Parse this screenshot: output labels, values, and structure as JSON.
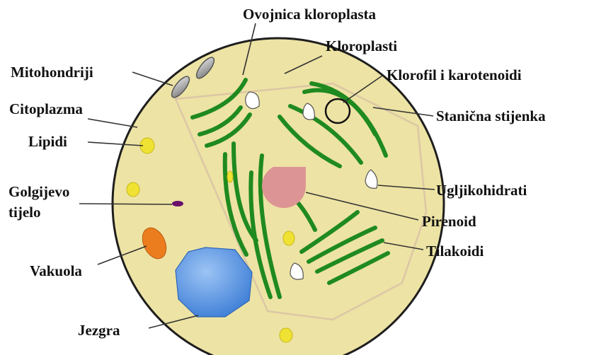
{
  "labels": {
    "ovojnica": "Ovojnica kloroplasta",
    "kloroplasti": "Kloroplasti",
    "mitohondriji": "Mitohondriji",
    "klorofil": "Klorofil i karotenoidi",
    "citoplazma": "Citoplazma",
    "stijenka": "Stanična stijenka",
    "lipidi": "Lipidi",
    "golgi_1": "Golgijevo",
    "golgi_2": "tijelo",
    "ugljikohidrati": "Ugljikohidrati",
    "pirenoid": "Pirenoid",
    "vakuola": "Vakuola",
    "tilakoidi": "Tilakoidi",
    "jezgra": "Jezgra"
  },
  "colors": {
    "cytoplasm": "#ede3a4",
    "cell_wall": "#1e1e1e",
    "chloroplast_outline": "#dcc7a6",
    "thylakoid": "#1f8a1f",
    "pyrenoid": "#dd9494",
    "nucleus": "#5b97e3",
    "vacuole": "#ec7d1e",
    "lipid": "#f0e233",
    "golgi": "#6a0f6b",
    "mitochondria": "#8a8a8a",
    "carbohydrate": "#ffffff"
  }
}
